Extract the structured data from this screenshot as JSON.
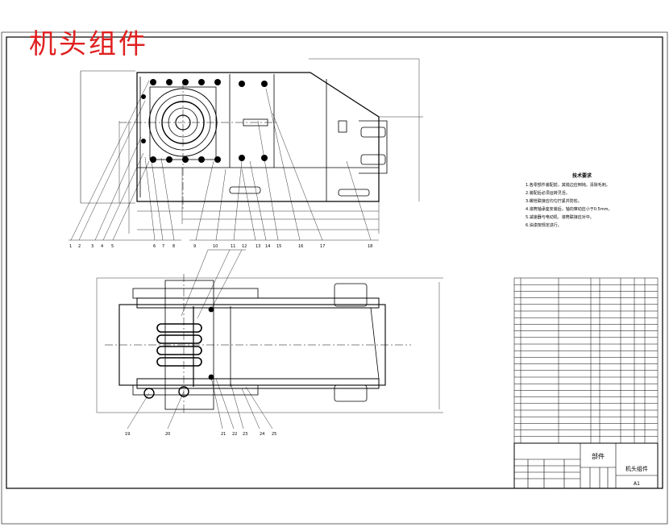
{
  "heading": "机头组件",
  "notes": {
    "title": "技术要求",
    "items": [
      "1.各零部件装配前，其锐边应倒钝，清除毛刺。",
      "2.装配后必须运转灵活。",
      "3.螺栓联接应均匀拧紧并防松。",
      "4.滚筒轴承座安装后，轴向窜动应小于0.5mm。",
      "5.减速器与电动机、滚筒联接应对中。",
      "6.油漆按规定进行。"
    ]
  },
  "title_block": {
    "part_type": "部件",
    "drawing_name": "机头组件",
    "sheet_size": "A1"
  },
  "balloons_top": [
    "1",
    "2",
    "3",
    "4",
    "5",
    "6",
    "7",
    "8",
    "9",
    "10",
    "11",
    "12",
    "13",
    "14",
    "15",
    "16",
    "17",
    "18"
  ],
  "balloons_bottom": [
    "19",
    "20",
    "21",
    "22",
    "23",
    "24",
    "25"
  ],
  "colors": {
    "heading": "#e02020",
    "line": "#000000",
    "background": "#ffffff"
  }
}
